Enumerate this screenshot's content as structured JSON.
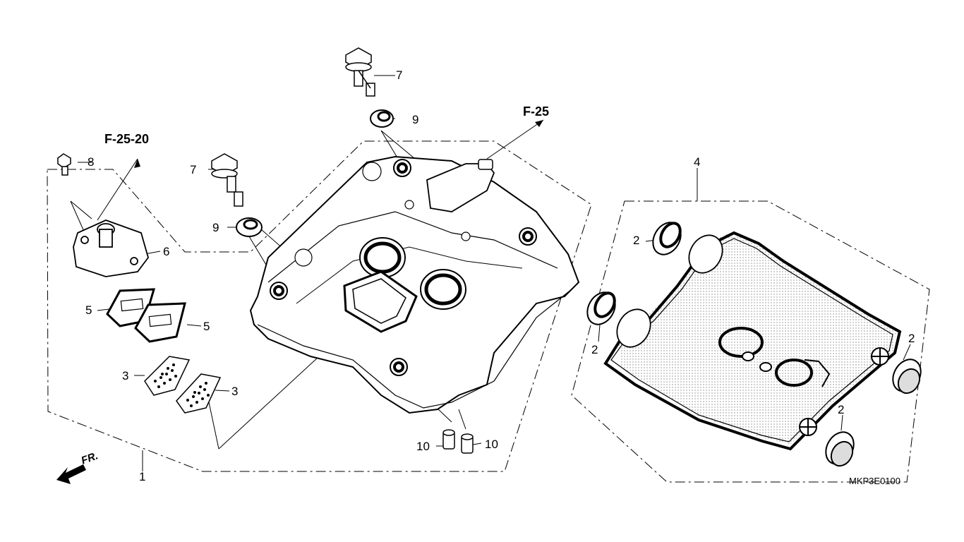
{
  "callouts": {
    "c1": "1",
    "c2a": "2",
    "c2b": "2",
    "c2c": "2",
    "c2d": "2",
    "c3a": "3",
    "c3b": "3",
    "c4": "4",
    "c5a": "5",
    "c5b": "5",
    "c6": "6",
    "c7a": "7",
    "c7b": "7",
    "c8": "8",
    "c9a": "9",
    "c9b": "9",
    "c10a": "10",
    "c10b": "10"
  },
  "references": {
    "f25": "F-25",
    "f2520": "F-25-20"
  },
  "front_label": "FR.",
  "diagram_code": "MKP3E0100"
}
